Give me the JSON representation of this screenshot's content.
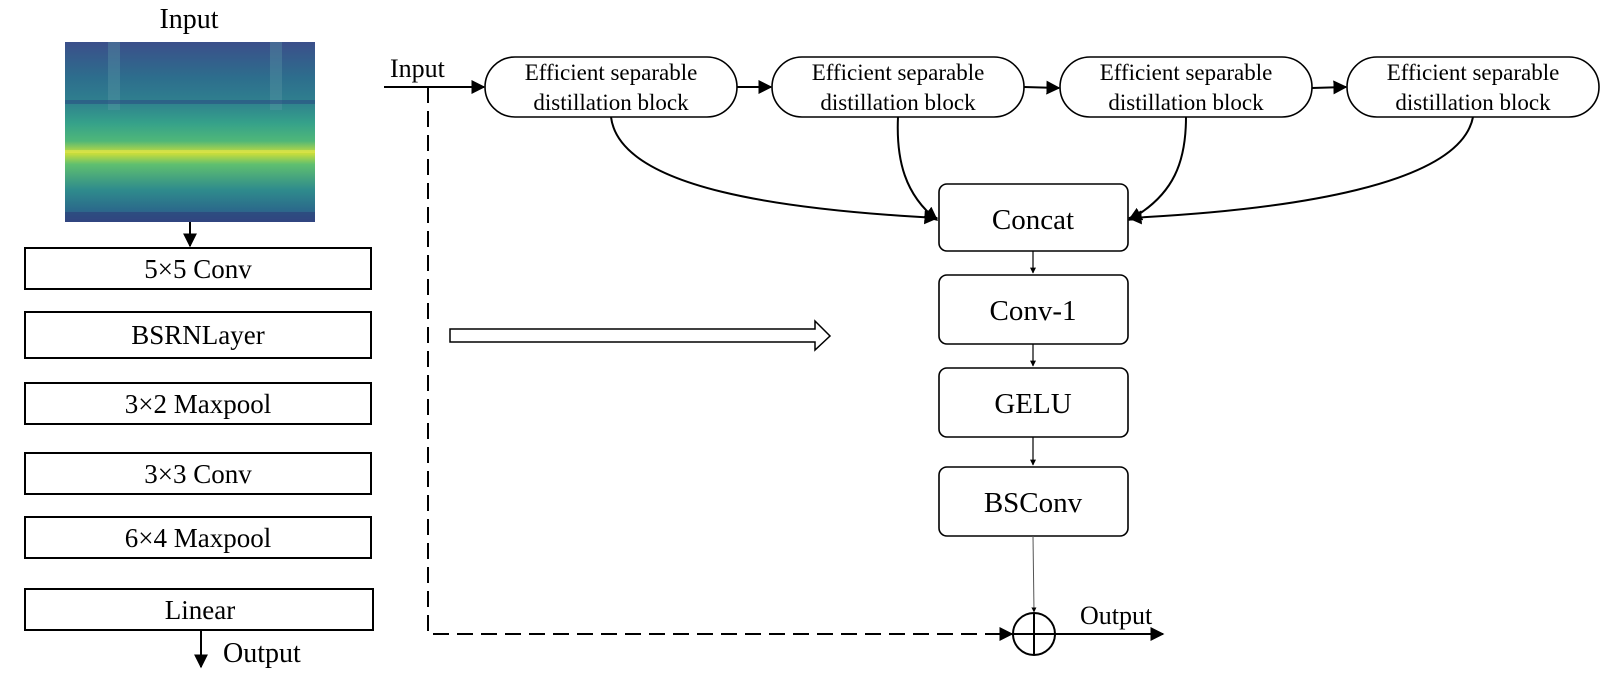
{
  "left_panel": {
    "input_label": "Input",
    "layers": [
      "5×5 Conv",
      "BSRNLayer",
      "3×2 Maxpool",
      "3×3 Conv",
      "6×4 Maxpool",
      "Linear"
    ],
    "output_label": "Output",
    "spectrogram_colors": [
      "#3b4f8a",
      "#2f7f8e",
      "#35a18a",
      "#4fb779",
      "#c9dd3b"
    ]
  },
  "right_panel": {
    "input_label": "Input",
    "esd_blocks": [
      {
        "line1": "Efficient separable",
        "line2": "distillation block"
      },
      {
        "line1": "Efficient separable",
        "line2": "distillation block"
      },
      {
        "line1": "Efficient separable",
        "line2": "distillation block"
      },
      {
        "line1": "Efficient separable",
        "line2": "distillation block"
      }
    ],
    "concat_label": "Concat",
    "conv1_label": "Conv-1",
    "gelu_label": "GELU",
    "bsconv_label": "BSConv",
    "output_label": "Output",
    "add_symbol": "plus-circle-icon"
  }
}
